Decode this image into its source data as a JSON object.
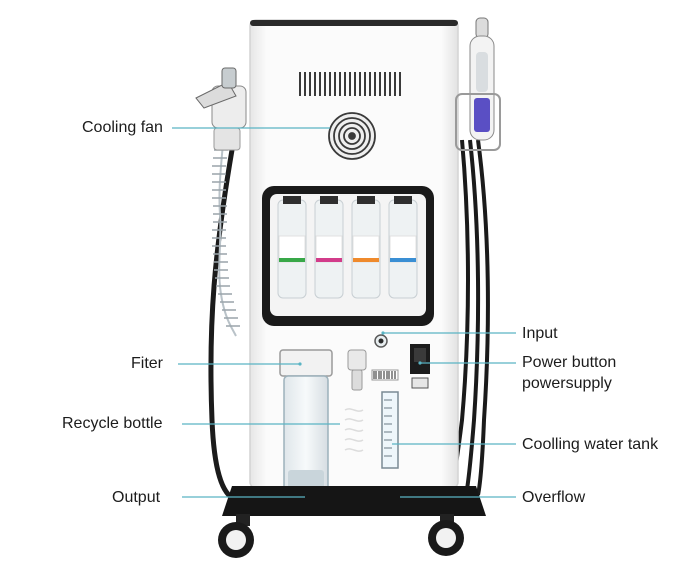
{
  "labels": {
    "cooling_fan": "Cooling fan",
    "filter": "Fiter",
    "recycle_bottle": "Recycle bottle",
    "output": "Output",
    "input": "Input",
    "power_button": "Power button",
    "power_supply": "powersupply",
    "cooling_water_tank": "Coolling water tank",
    "overflow": "Overflow"
  },
  "colors": {
    "leader_line": "#5ab4c4",
    "machine_body": "#f7f7f7",
    "machine_outline": "#d4d4d4",
    "window_frame": "#1a1a1a",
    "base": "#151515",
    "bottle_caps": [
      "#38a848",
      "#d23c8a",
      "#ef8a2c",
      "#3a8fd4"
    ]
  },
  "icons": [
    "fan-grille-icon",
    "vent-slots-icon",
    "power-switch-icon",
    "handpiece-icon",
    "caster-wheel-icon"
  ]
}
